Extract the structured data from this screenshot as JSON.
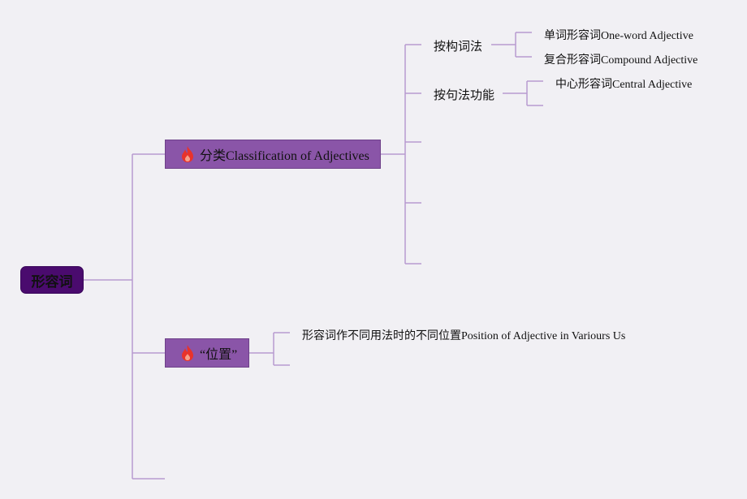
{
  "mindmap": {
    "root": {
      "label": "形容词"
    },
    "branches": [
      {
        "label": "分类Classification of Adjectives",
        "icon": "fire-icon",
        "children": [
          {
            "label": "按构词法",
            "children": [
              {
                "label": "单词形容词One-word Adjective"
              },
              {
                "label": "复合形容词Compound Adjective"
              }
            ]
          },
          {
            "label": "按句法功能",
            "children": [
              {
                "label": "中心形容词Central Adjective"
              }
            ]
          }
        ]
      },
      {
        "label": "“位置”",
        "icon": "fire-icon",
        "children": [
          {
            "label": "形容词作不同用法时的不同位置Position of Adjective in Variours Us"
          }
        ]
      }
    ]
  },
  "colors": {
    "connector": "#b79ad0",
    "root_fill": "#4a0b6e",
    "branch_fill": "#8a55a8",
    "background": "#f1f0f4",
    "fire_outer": "#e8332b",
    "fire_inner": "#f7a08a"
  }
}
